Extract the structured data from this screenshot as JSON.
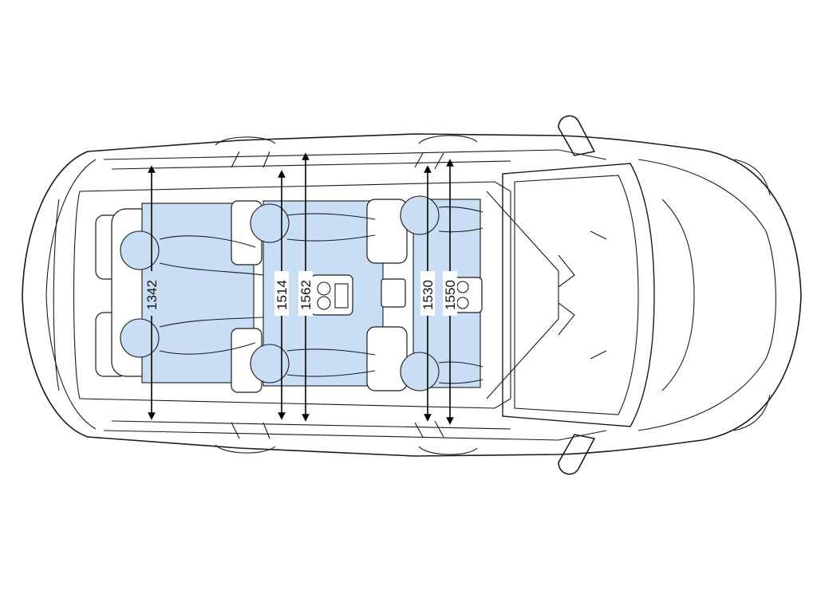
{
  "colors": {
    "occupant_fill": "#c9def5",
    "outline": "#1a1a1a",
    "background": "#ffffff"
  },
  "dimensions": [
    {
      "id": "d1342",
      "label": "1342"
    },
    {
      "id": "d1514",
      "label": "1514"
    },
    {
      "id": "d1562",
      "label": "1562"
    },
    {
      "id": "d1530",
      "label": "1530"
    },
    {
      "id": "d1550",
      "label": "1550"
    }
  ]
}
